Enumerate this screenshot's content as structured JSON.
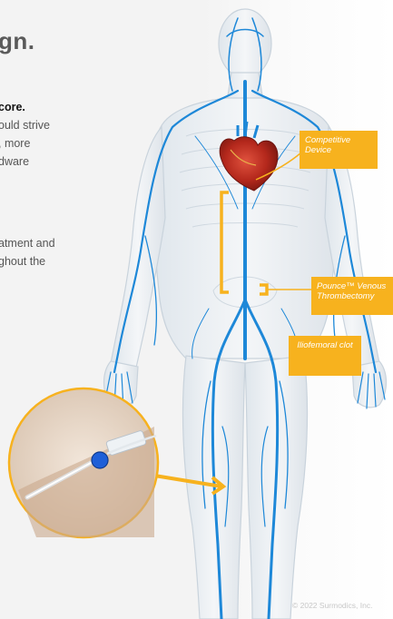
{
  "heading": "gn.",
  "paragraph1": {
    "line1": "core.",
    "line2": "ould strive",
    "line3": ", more",
    "line4": "dware"
  },
  "paragraph2": {
    "line1": "atment and",
    "line2": "ghout the"
  },
  "callouts": {
    "competitive": "Competitive Device",
    "pounce": "Pounce™ Venous Thrombectomy",
    "iliofemoral": "Iliofemoral clot"
  },
  "copyright": "© 2022 Surmodics, Inc.",
  "colors": {
    "accent": "#f7b21e",
    "vein": "#1e88d8",
    "heart": "#b4281c",
    "text": "#555555"
  }
}
